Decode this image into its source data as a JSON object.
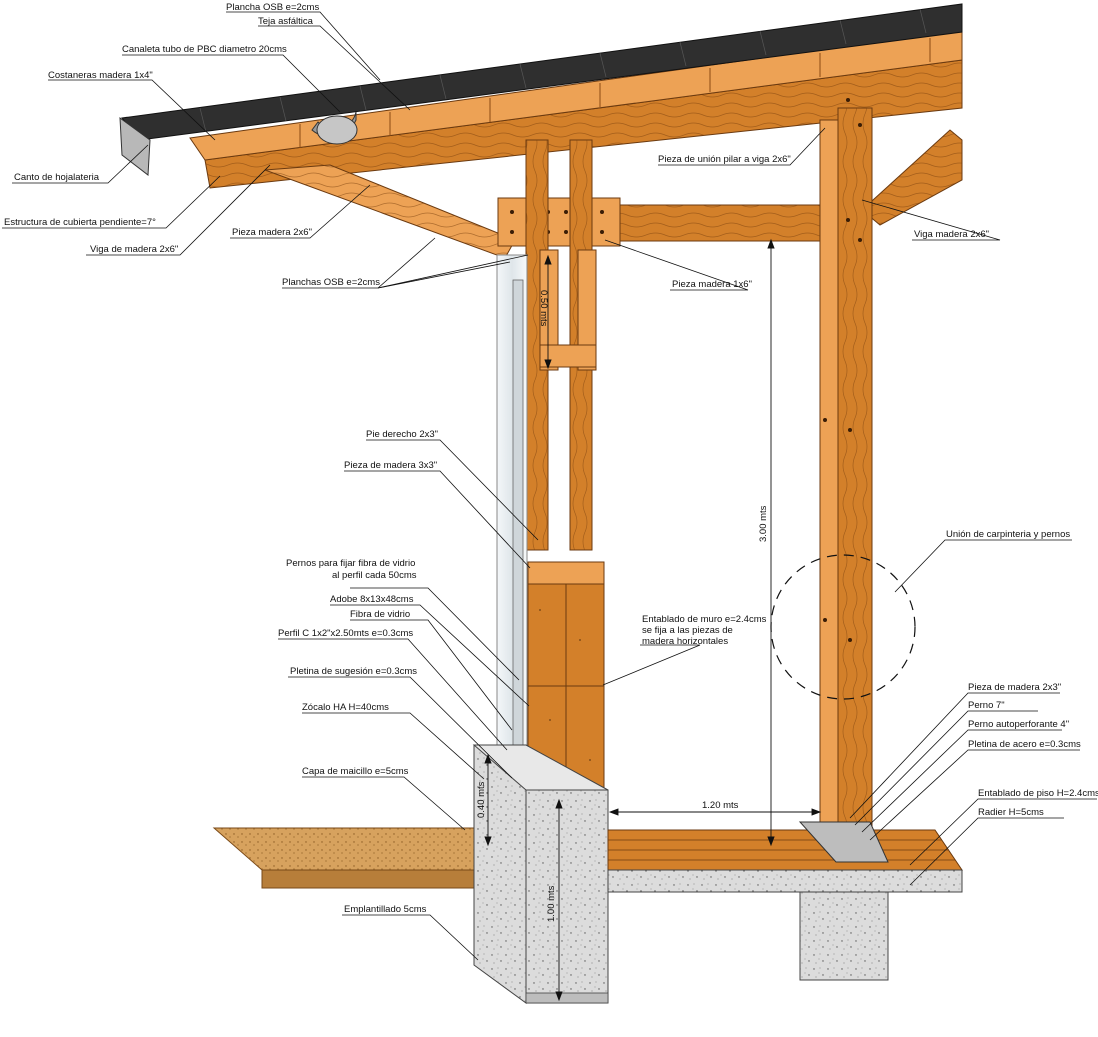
{
  "colors": {
    "wood": "#d3802a",
    "wood_light": "#eda255",
    "wood_dark": "#9b5314",
    "wood_grain": "#7a3f0d",
    "roof_tile": "#2f2f2f",
    "concrete": "#dcdcdc",
    "glass": "#e8eef2",
    "soil": "#d7a25e"
  },
  "labels": {
    "osb_roof": "Plancha OSB e=2cms",
    "asphalt_tile": "Teja asfáltica",
    "gutter": "Canaleta tubo de PBC diametro 20cms",
    "battens": "Costaneras madera 1x4\"",
    "flashing": "Canto de hojalateria",
    "roof_structure": "Estructura de cubierta pendiente=7°",
    "beam_2x6_left": "Viga de madera 2x6\"",
    "piece_2x6": "Pieza madera 2x6\"",
    "osb_planks": "Planchas OSB e=2cms",
    "joint_pillar_beam": "Pieza de unión pilar a viga 2x6\"",
    "beam_2x6_right": "Viga madera 2x6\"",
    "piece_1x6": "Pieza madera 1x6\"",
    "stud_2x3": "Pie derecho 2x3\"",
    "piece_3x3": "Pieza de madera 3x3\"",
    "bolts_fiberglass": [
      "Pernos para fijar fibra de vidrio",
      "al perfil cada 50cms"
    ],
    "adobe": "Adobe 8x13x48cms",
    "fiberglass": "Fibra de vidrio",
    "c_profile": "Perfil C 1x2\"x2.50mts e=0.3cms",
    "wall_boarding": [
      "Entablado de muro e=2.4cms",
      "se fija a las piezas de",
      "madera horizontales"
    ],
    "clamp_plate": "Pletina de sugesión e=0.3cms",
    "plinth": "Zócalo HA H=40cms",
    "subsoil_layer": "Capa de maicillo e=5cms",
    "lean_concrete": "Emplantillado 5cms",
    "carpentry_joint": "Unión de carpinteria y pernos",
    "piece_2x3": "Pieza de madera 2x3\"",
    "bolt_7": "Perno 7\"",
    "self_drilling_bolt": "Perno autoperforante 4\"",
    "steel_plate": "Pletina de acero e=0.3cms",
    "floor_boarding": "Entablado de piso H=2.4cms",
    "slab": "Radier H=5cms"
  },
  "dimensions": {
    "d050": "0.50 mts",
    "d300": "3.00 mts",
    "d040": "0.40 mts",
    "d100": "1.00 mts",
    "d120": "1.20 mts"
  }
}
